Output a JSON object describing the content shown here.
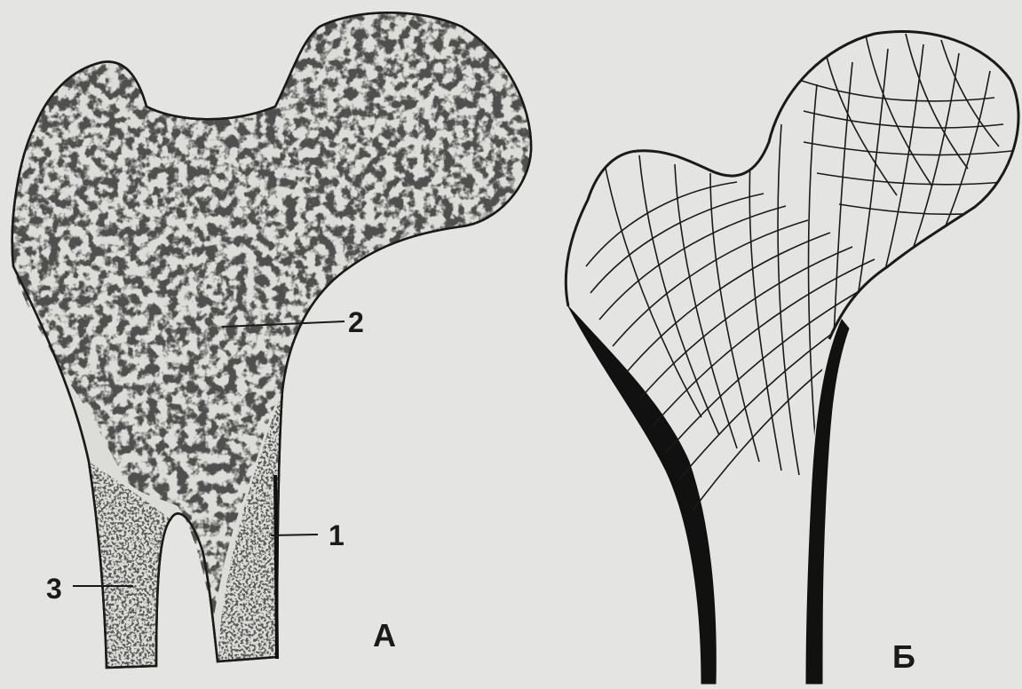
{
  "labels": {
    "one": "1",
    "two": "2",
    "three": "3",
    "panel_a": "А",
    "panel_b": "Б"
  },
  "colors": {
    "background": "#e4e4e2",
    "ink": "#1a1a1a",
    "bone_fill": "#dcdcd8"
  }
}
